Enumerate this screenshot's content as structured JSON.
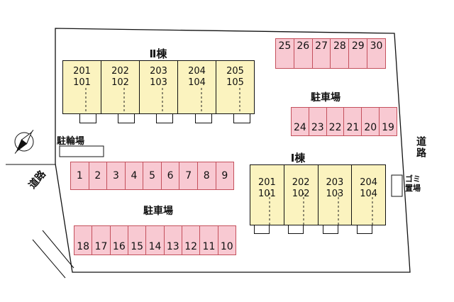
{
  "colors": {
    "unit_fill": "#FBF3BF",
    "parking_fill": "#F8C9D2",
    "parking_border": "#C4505C",
    "line": "#111111"
  },
  "labels": {
    "building2_title": "Ⅱ棟",
    "building1_title": "Ⅰ棟",
    "parking_right": "駐車場",
    "parking_left": "駐車場",
    "bicycle_parking": "駐輪場",
    "road_left": "道路",
    "road_right": "道路",
    "garbage_line1": "ゴミ",
    "garbage_line2": "置場"
  },
  "building2": {
    "units": [
      {
        "upper": "201",
        "lower": "101"
      },
      {
        "upper": "202",
        "lower": "102"
      },
      {
        "upper": "203",
        "lower": "103"
      },
      {
        "upper": "204",
        "lower": "104"
      },
      {
        "upper": "205",
        "lower": "105"
      }
    ]
  },
  "building1": {
    "units": [
      {
        "upper": "201",
        "lower": "101"
      },
      {
        "upper": "202",
        "lower": "102"
      },
      {
        "upper": "203",
        "lower": "103"
      },
      {
        "upper": "204",
        "lower": "104"
      }
    ]
  },
  "parking": {
    "row_top_right": [
      "25",
      "26",
      "27",
      "28",
      "29",
      "30"
    ],
    "row_mid_right": [
      "24",
      "23",
      "22",
      "21",
      "20",
      "19"
    ],
    "row_mid_left": [
      "1",
      "2",
      "3",
      "4",
      "5",
      "6",
      "7",
      "8",
      "9"
    ],
    "row_bottom_left": [
      "18",
      "17",
      "16",
      "15",
      "14",
      "13",
      "12",
      "11",
      "10"
    ]
  }
}
